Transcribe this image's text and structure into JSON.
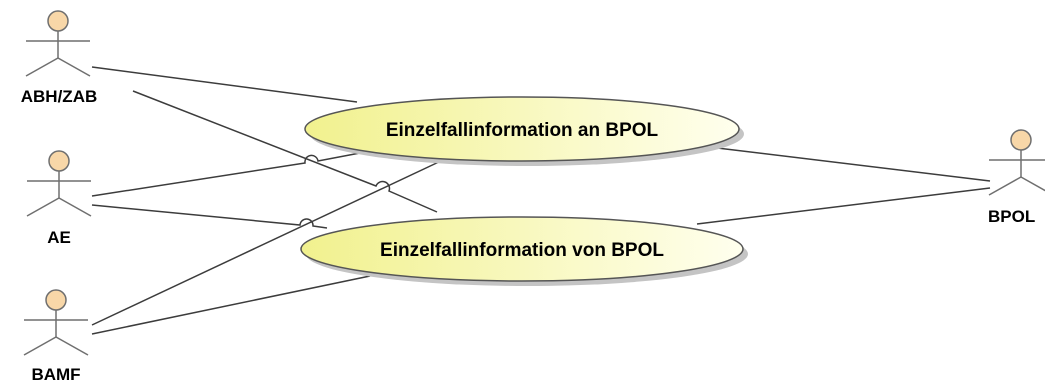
{
  "diagram": {
    "actors": {
      "abh": {
        "label": "ABH/ZAB"
      },
      "ae": {
        "label": "AE"
      },
      "bamf": {
        "label": "BAMF"
      },
      "bpol": {
        "label": "BPOL"
      }
    },
    "usecases": {
      "an_bpol": {
        "label": "Einzelfallinformation an BPOL"
      },
      "von_bpol": {
        "label": "Einzelfallinformation von BPOL"
      }
    },
    "colors": {
      "actor_head_fill": "#f8d7a8",
      "actor_stroke": "#6f6f6f",
      "usecase_fill_light": "#ffffee",
      "usecase_fill_dark": "#f1f18e",
      "usecase_border": "#555555",
      "shadow": "#c4c4c4",
      "line": "#3c3c3c"
    }
  }
}
